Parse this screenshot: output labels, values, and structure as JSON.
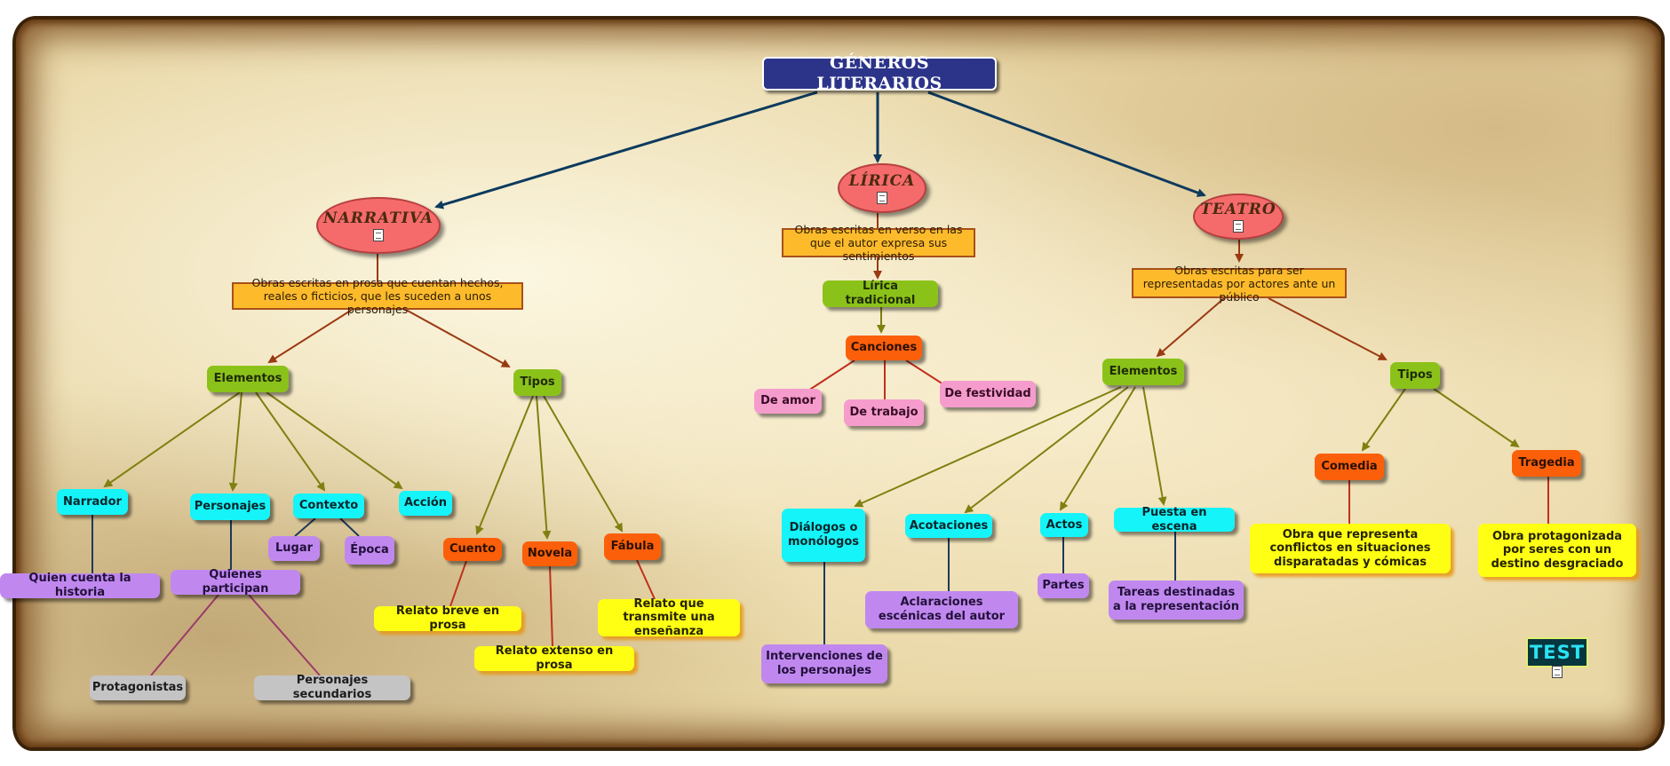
{
  "title": "GÉNEROS LITERARIOS",
  "branches": {
    "narrativa": {
      "label": "NARRATIVA",
      "description": "Obras escritas en prosa que cuentan hechos, reales o ficticios, que les suceden a unos personajes",
      "elementos": {
        "label": "Elementos",
        "narrador": "Narrador",
        "narrador_desc": "Quien cuenta la historia",
        "personajes": "Personajes",
        "personajes_desc": "Quienes participan",
        "protagonistas": "Protagonistas",
        "secundarios": "Personajes secundarios",
        "contexto": "Contexto",
        "lugar": "Lugar",
        "epoca": "Época",
        "accion": "Acción"
      },
      "tipos": {
        "label": "Tipos",
        "cuento": "Cuento",
        "cuento_desc": "Relato breve en prosa",
        "novela": "Novela",
        "novela_desc": "Relato extenso en prosa",
        "fabula": "Fábula",
        "fabula_desc": "Relato que transmite una enseñanza"
      }
    },
    "lirica": {
      "label": "LÍRICA",
      "description": "Obras escritas en verso en las que el autor expresa sus sentimientos",
      "tradicional": "Lírica tradicional",
      "canciones": "Canciones",
      "amor": "De amor",
      "trabajo": "De trabajo",
      "festividad": "De festividad"
    },
    "teatro": {
      "label": "TEATRO",
      "description": "Obras escritas para ser representadas por actores ante un público",
      "elementos": {
        "label": "Elementos",
        "dialogos": "Diálogos o monólogos",
        "dialogos_desc": "Intervenciones de los personajes",
        "acotaciones": "Acotaciones",
        "acotaciones_desc": "Aclaraciones escénicas del autor",
        "actos": "Actos",
        "actos_desc": "Partes",
        "puesta": "Puesta en escena",
        "puesta_desc": "Tareas destinadas a la representación"
      },
      "tipos": {
        "label": "Tipos",
        "comedia": "Comedia",
        "comedia_desc": "Obra que representa conflictos en situaciones disparatadas y cómicas",
        "tragedia": "Tragedia",
        "tragedia_desc": "Obra protagonizada por seres con un destino desgraciado"
      }
    }
  },
  "test_label": "TEST",
  "colors": {
    "root": "#2c3489",
    "genre": "#f56b6b",
    "description": "#fdbb2c",
    "category": "#8bc21a",
    "type": "#fb5f0a",
    "element": "#15f4f8",
    "detail": "#c088ef",
    "song": "#f59ccd",
    "definition": "#ffff14",
    "character": "#c4c4c4",
    "arrow_main": "#0d3a5e",
    "arrow_brown": "#9a3a12",
    "arrow_olive": "#7f8011",
    "line_pink": "#9a3a6a",
    "line_navy": "#1e3a5a"
  }
}
